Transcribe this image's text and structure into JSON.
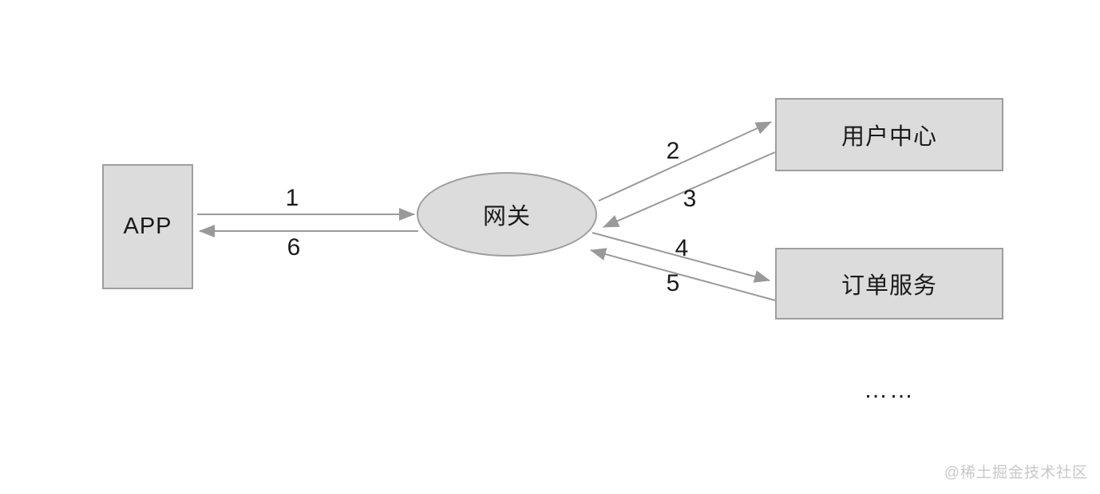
{
  "diagram": {
    "nodes": {
      "app": {
        "label": "APP",
        "shape": "rectangle"
      },
      "gateway": {
        "label": "网关",
        "shape": "ellipse"
      },
      "user_center": {
        "label": "用户中心",
        "shape": "rectangle"
      },
      "order_service": {
        "label": "订单服务",
        "shape": "rectangle"
      }
    },
    "edges": [
      {
        "label": "1",
        "from": "app",
        "to": "gateway"
      },
      {
        "label": "2",
        "from": "gateway",
        "to": "user_center"
      },
      {
        "label": "3",
        "from": "user_center",
        "to": "gateway"
      },
      {
        "label": "4",
        "from": "gateway",
        "to": "order_service"
      },
      {
        "label": "5",
        "from": "order_service",
        "to": "gateway"
      },
      {
        "label": "6",
        "from": "gateway",
        "to": "app"
      }
    ],
    "more_services_ellipsis": "……",
    "watermark": "@稀土掘金技术社区",
    "colors": {
      "node_fill": "#dcdcdc",
      "node_border": "#9e9e9e",
      "arrow": "#999999",
      "text": "#1a1a1a",
      "watermark": "#c8c8c8"
    }
  }
}
